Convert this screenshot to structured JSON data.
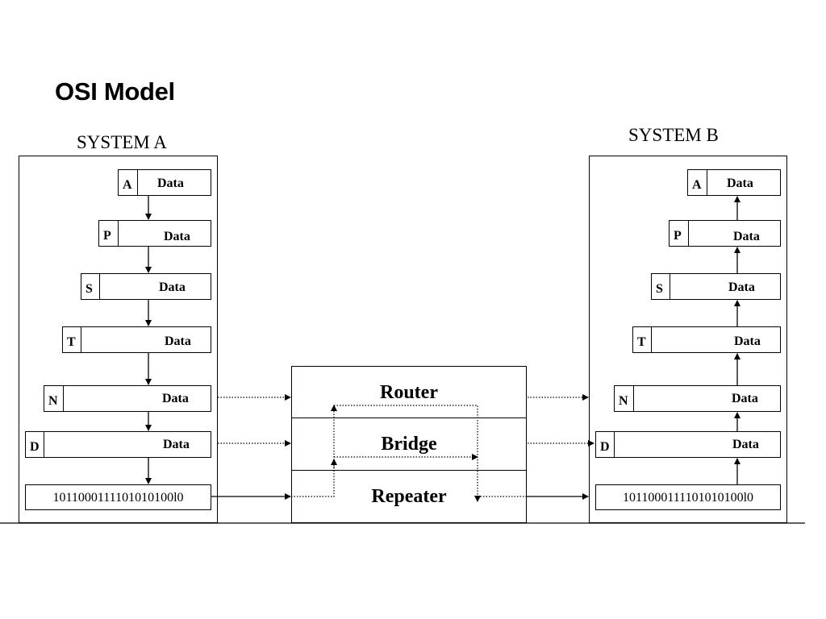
{
  "title": "OSI Model",
  "system_a": {
    "label": "SYSTEM A",
    "layers": [
      {
        "header": "A",
        "data": "Data"
      },
      {
        "header": "P",
        "data": "Data"
      },
      {
        "header": "S",
        "data": "Data"
      },
      {
        "header": "T",
        "data": "Data"
      },
      {
        "header": "N",
        "data": "Data"
      },
      {
        "header": "D",
        "data": "Data"
      }
    ],
    "bits": "1011000111101010100l0"
  },
  "system_b": {
    "label": "SYSTEM B",
    "layers": [
      {
        "header": "A",
        "data": "Data"
      },
      {
        "header": "P",
        "data": "Data"
      },
      {
        "header": "S",
        "data": "Data"
      },
      {
        "header": "T",
        "data": "Data"
      },
      {
        "header": "N",
        "data": "Data"
      },
      {
        "header": "D",
        "data": "Data"
      }
    ],
    "bits": "1011000111101010100l0"
  },
  "devices": {
    "router": "Router",
    "bridge": "Bridge",
    "repeater": "Repeater"
  }
}
